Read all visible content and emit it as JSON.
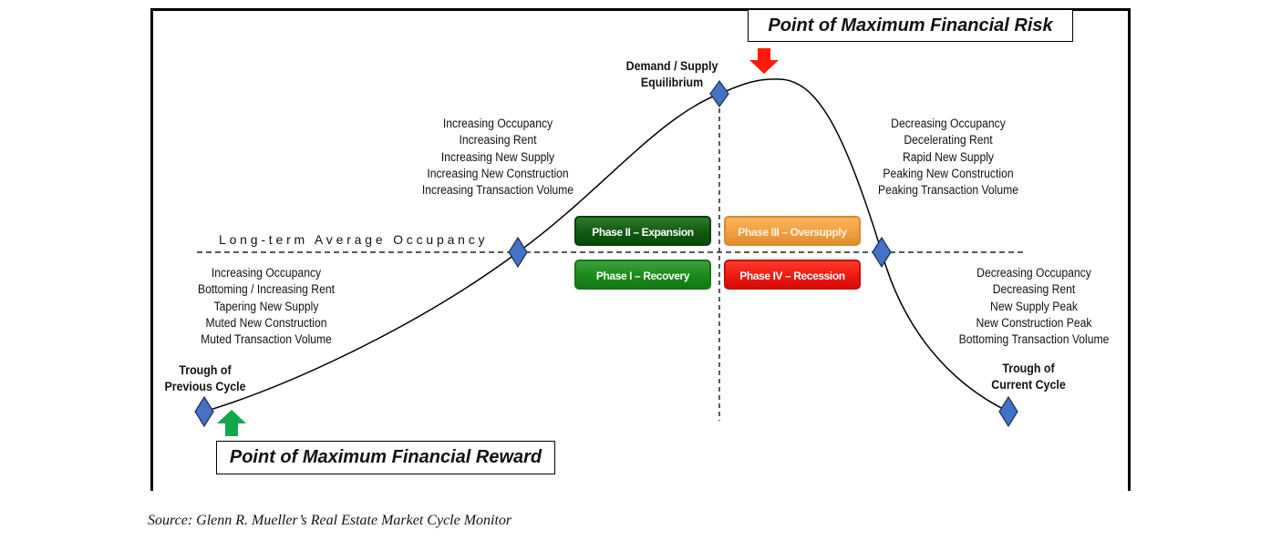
{
  "title": "Real Estate Market Cycle",
  "callouts": {
    "max_risk": "Point of Maximum Financial Risk",
    "max_reward": "Point of Maximum Financial Reward"
  },
  "reference_line": {
    "label": "Long-term Average Occupancy"
  },
  "points": {
    "trough_previous": [
      "Trough of",
      "Previous Cycle"
    ],
    "equilibrium": [
      "Demand / Supply",
      "Equilibrium"
    ],
    "trough_current": [
      "Trough of",
      "Current Cycle"
    ]
  },
  "stages": {
    "recovery": [
      "Increasing Occupancy",
      "Bottoming / Increasing Rent",
      "Tapering New Supply",
      "Muted New Construction",
      "Muted Transaction Volume"
    ],
    "expansion": [
      "Increasing Occupancy",
      "Increasing Rent",
      "Increasing New Supply",
      "Increasing New Construction",
      "Increasing Transaction Volume"
    ],
    "oversupply": [
      "Decreasing Occupancy",
      "Decelerating Rent",
      "Rapid New Supply",
      "Peaking New Construction",
      "Peaking Transaction Volume"
    ],
    "recession": [
      "Decreasing Occupancy",
      "Decreasing Rent",
      "New Supply Peak",
      "New Construction Peak",
      "Bottoming Transaction Volume"
    ]
  },
  "phases": [
    {
      "id": "expansion",
      "label": "Phase II – Expansion",
      "color": "#0f5a10"
    },
    {
      "id": "oversupply",
      "label": "Phase III – Oversupply",
      "color": "#f0a044"
    },
    {
      "id": "recovery",
      "label": "Phase I – Recovery",
      "color": "#1a8a1c"
    },
    {
      "id": "recession",
      "label": "Phase IV – Recession",
      "color": "#ee1a10"
    }
  ],
  "colors": {
    "marker": "#4472c4",
    "risk_arrow": "#ff1a0a",
    "reward_arrow": "#12a84a"
  },
  "source": "Source:  Glenn R. Mueller’s Real Estate Market Cycle Monitor"
}
